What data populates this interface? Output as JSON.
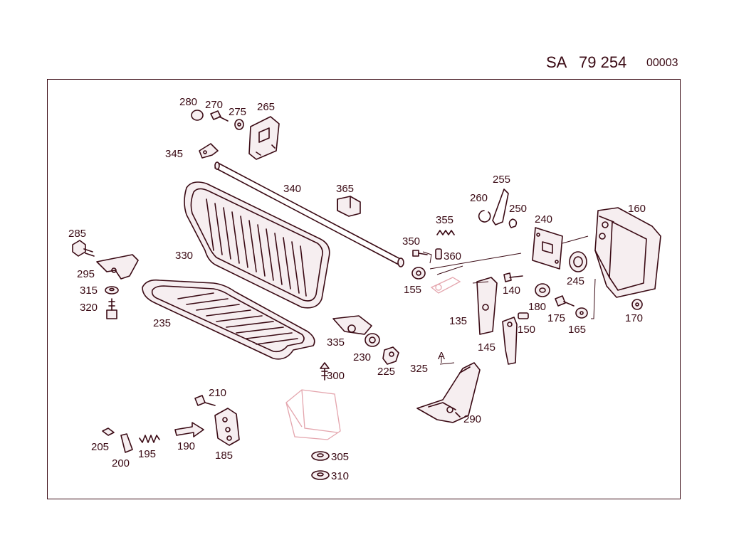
{
  "header": {
    "prefix": "SA",
    "number": "79 254",
    "sheet": "00003"
  },
  "colors": {
    "ink": "#3a0a14",
    "ghost": "#e4a5ad",
    "background": "#ffffff"
  },
  "callouts": [
    {
      "key": "c280",
      "label": "280"
    },
    {
      "key": "c270",
      "label": "270"
    },
    {
      "key": "c275",
      "label": "275"
    },
    {
      "key": "c265",
      "label": "265"
    },
    {
      "key": "c345",
      "label": "345"
    },
    {
      "key": "c340",
      "label": "340"
    },
    {
      "key": "c365",
      "label": "365"
    },
    {
      "key": "c255",
      "label": "255"
    },
    {
      "key": "c260",
      "label": "260"
    },
    {
      "key": "c250",
      "label": "250"
    },
    {
      "key": "c355",
      "label": "355"
    },
    {
      "key": "c240",
      "label": "240"
    },
    {
      "key": "c160",
      "label": "160"
    },
    {
      "key": "c285",
      "label": "285"
    },
    {
      "key": "c330",
      "label": "330"
    },
    {
      "key": "c350",
      "label": "350"
    },
    {
      "key": "c360",
      "label": "360"
    },
    {
      "key": "c295",
      "label": "295"
    },
    {
      "key": "c155",
      "label": "155"
    },
    {
      "key": "c140",
      "label": "140"
    },
    {
      "key": "c245",
      "label": "245"
    },
    {
      "key": "c315",
      "label": "315"
    },
    {
      "key": "c320",
      "label": "320"
    },
    {
      "key": "c180",
      "label": "180"
    },
    {
      "key": "c175",
      "label": "175"
    },
    {
      "key": "c170",
      "label": "170"
    },
    {
      "key": "c135",
      "label": "135"
    },
    {
      "key": "c150",
      "label": "150"
    },
    {
      "key": "c165",
      "label": "165"
    },
    {
      "key": "c235",
      "label": "235"
    },
    {
      "key": "c335",
      "label": "335"
    },
    {
      "key": "c145",
      "label": "145"
    },
    {
      "key": "c230",
      "label": "230"
    },
    {
      "key": "c225",
      "label": "225"
    },
    {
      "key": "c325",
      "label": "325"
    },
    {
      "key": "c300",
      "label": "300"
    },
    {
      "key": "c290",
      "label": "290"
    },
    {
      "key": "c210",
      "label": "210"
    },
    {
      "key": "c205",
      "label": "205"
    },
    {
      "key": "c195",
      "label": "195"
    },
    {
      "key": "c190",
      "label": "190"
    },
    {
      "key": "c185",
      "label": "185"
    },
    {
      "key": "c200",
      "label": "200"
    },
    {
      "key": "c305",
      "label": "305"
    },
    {
      "key": "c310",
      "label": "310"
    }
  ],
  "annotations": {
    "marker_a": "A"
  }
}
